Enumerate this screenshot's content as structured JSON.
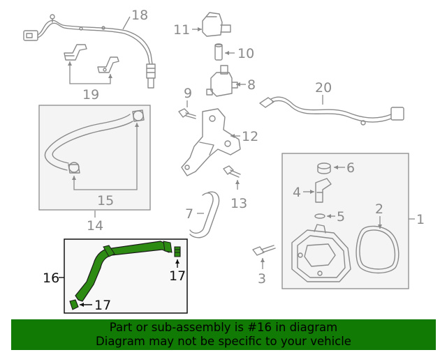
{
  "diagram": {
    "callouts": {
      "c1": "1",
      "c2": "2",
      "c3": "3",
      "c4": "4",
      "c5": "5",
      "c6": "6",
      "c7": "7",
      "c8": "8",
      "c9": "9",
      "c10": "10",
      "c11": "11",
      "c12": "12",
      "c13": "13",
      "c14": "14",
      "c15": "15",
      "c16": "16",
      "c17a": "17",
      "c17b": "17",
      "c18": "18",
      "c19": "19",
      "c20": "20"
    },
    "highlighted_part": "16",
    "colors": {
      "highlight_fill": "#2d8a12",
      "banner": "#117a04",
      "box_fill": "#f4f4f4",
      "line": "#8a8a8a"
    }
  },
  "banner": {
    "line1": "Part or sub-assembly is #16 in diagram",
    "line2": "Diagram may not be specific to your vehicle"
  }
}
